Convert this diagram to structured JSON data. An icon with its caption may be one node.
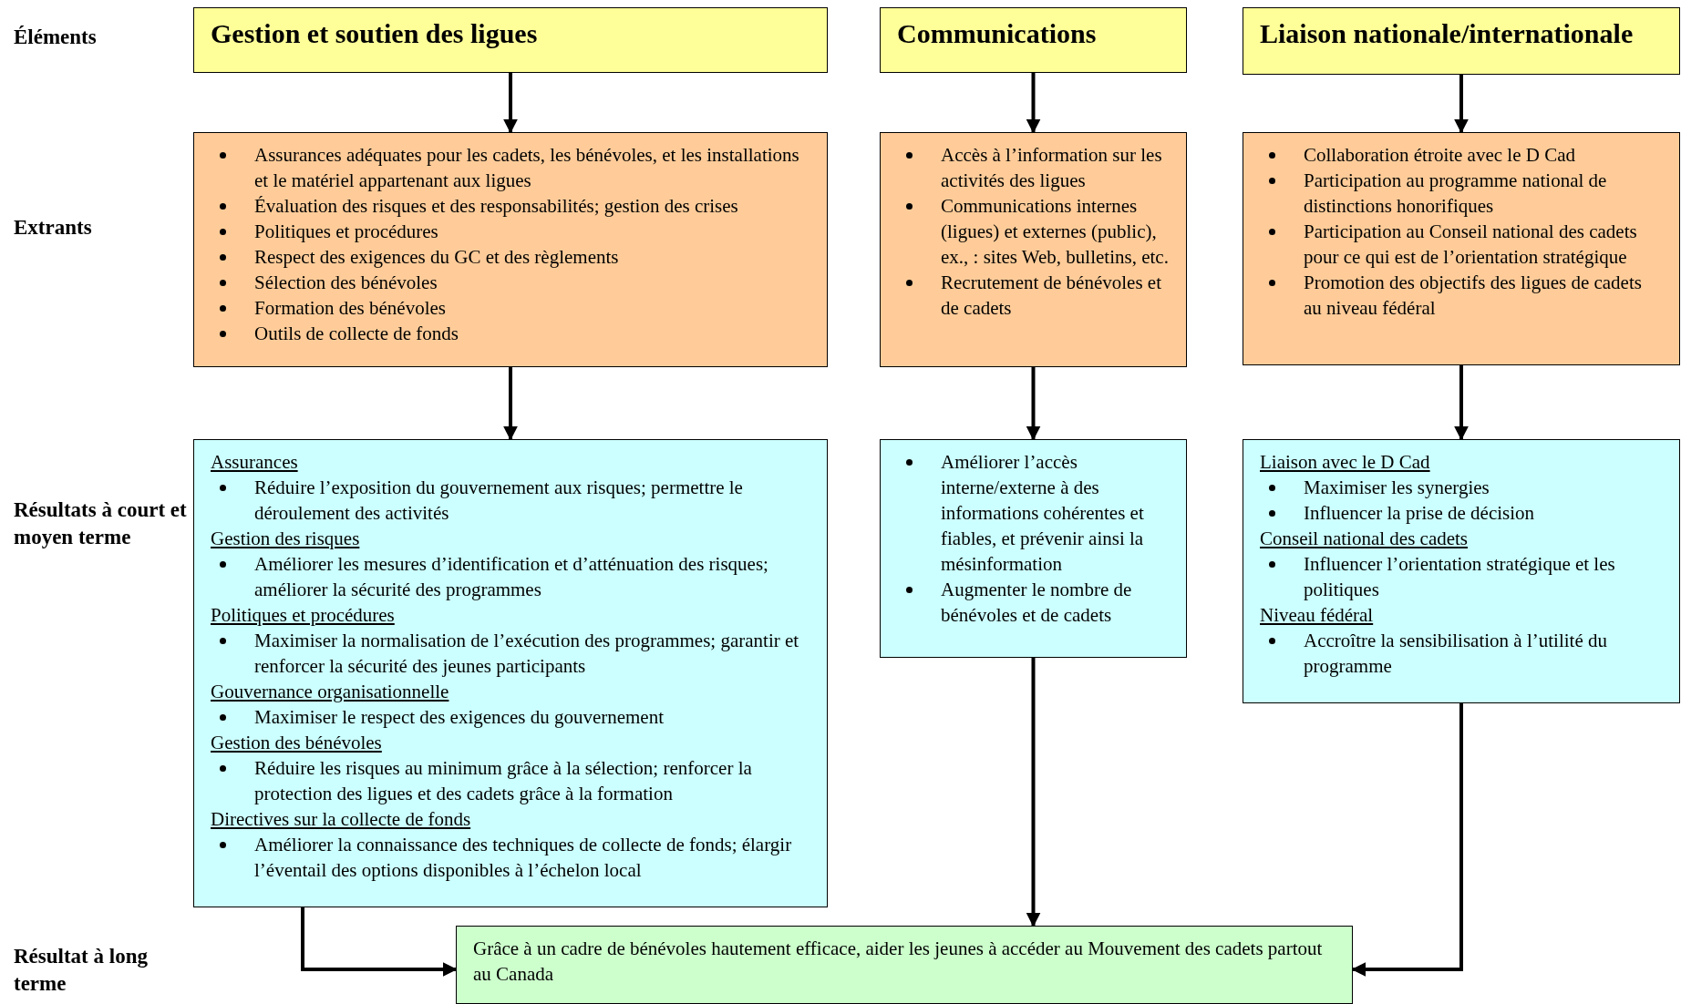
{
  "diagram": {
    "nodes": [
      {
        "text": [
          "Gestion et soutien des ligues"
        ]
      },
      {
        "text": [
          "Communications"
        ]
      },
      {
        "text": [
          "Liaison nationale/internationale"
        ]
      },
      {
        "text": [
          "Assurances adéquates pour les cadets, les bénévoles, et les installations et le matériel appartenant aux ligues",
          "Évaluation des risques et des responsabilités; gestion des crises",
          "Politiques et procédures",
          "Respect des exigences du GC et des règlements",
          "Sélection des bénévoles",
          "Formation des bénévoles",
          "Outils de collecte de fonds"
        ]
      },
      {
        "text": [
          "Accès à l’information sur les activités des ligues",
          "Communications internes (ligues) et externes (public), ex., : sites Web, bulletins, etc.",
          "Recrutement de bénévoles et de cadets"
        ]
      },
      {
        "text": [
          "Collaboration étroite avec le D Cad",
          "Participation au programme national de distinctions honorifiques",
          "Participation au Conseil national des cadets pour ce qui est de l’orientation stratégique",
          "Promotion des objectifs des ligues de cadets au niveau fédéral"
        ]
      },
      {
        "text": [
          "Assurances",
          "Réduire l’exposition du gouvernement aux risques; permettre le déroulement des activités",
          "Gestion des risques",
          "Améliorer les mesures d’identification et d’atténuation des risques; améliorer la sécurité des programmes",
          "Politiques et procédures",
          "Maximiser la normalisation de l’exécution des programmes; garantir et renforcer la sécurité des jeunes participants",
          "Gouvernance organisationnelle",
          "Maximiser le respect des exigences du gouvernement",
          "Gestion des bénévoles",
          "Réduire les risques au minimum grâce à la sélection; renforcer la protection des ligues et des cadets grâce à la formation",
          "Directives sur la collecte de fonds",
          "Améliorer la connaissance des techniques de collecte de fonds; élargir l’éventail des options disponibles à l’échelon local"
        ]
      },
      {
        "text": [
          "Améliorer l’accès interne/externe à des informations cohérentes et fiables, et prévenir ainsi la mésinformation",
          "Augmenter le nombre de bénévoles et de cadets"
        ]
      },
      {
        "text": [
          "Liaison avec le D Cad",
          "Maximiser les synergies",
          "Influencer la prise de décision",
          "Conseil national des cadets",
          "Influencer l’orientation stratégique et les politiques",
          "Niveau fédéral",
          "Accroître la sensibilisation à l’utilité du programme"
        ]
      },
      {
        "text": [
          "Grâce à un cadre de bénévoles hautement efficace, aider les jeunes à accéder au Mouvement des cadets partout au Canada"
        ]
      }
    ],
    "edges": [
      {
        "from": 0,
        "to": 3,
        "arrow": "to"
      },
      {
        "from": 1,
        "to": 4,
        "arrow": "to"
      },
      {
        "from": 2,
        "to": 5,
        "arrow": "to"
      },
      {
        "from": 3,
        "to": 6,
        "arrow": "to"
      },
      {
        "from": 4,
        "to": 7,
        "arrow": "to"
      },
      {
        "from": 5,
        "to": 8,
        "arrow": "to"
      },
      {
        "from": 6,
        "to": 9,
        "arrow": "to"
      },
      {
        "from": 7,
        "to": 9,
        "arrow": "to"
      },
      {
        "from": 8,
        "to": 9,
        "arrow": "to"
      }
    ],
    "labels": [
      "Éléments",
      "Extrants",
      "Résultats à court et moyen terme",
      "Résultat à long terme"
    ]
  }
}
